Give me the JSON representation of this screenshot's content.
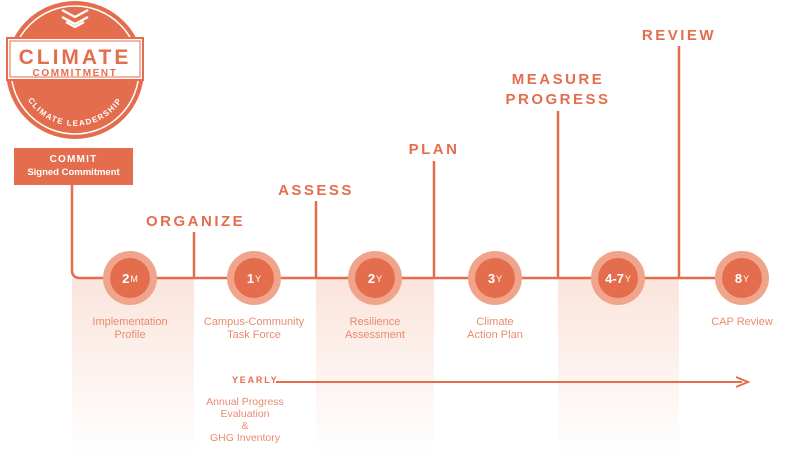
{
  "logo": {
    "line1": "CLIMATE",
    "line2": "COMMITMENT",
    "arc_text": "CLIMATE LEADERSHIP"
  },
  "commit": {
    "title": "COMMIT",
    "subtitle": "Signed Commitment"
  },
  "stages": [
    {
      "label": "ORGANIZE"
    },
    {
      "label": "ASSESS"
    },
    {
      "label": "PLAN"
    },
    {
      "label": "MEASURE\nPROGRESS"
    },
    {
      "label": "REVIEW"
    }
  ],
  "milestones": [
    {
      "num": "2",
      "unit": "M",
      "caption": "Implementation\nProfile"
    },
    {
      "num": "1",
      "unit": "Y",
      "caption": "Campus-Community\nTask Force"
    },
    {
      "num": "2",
      "unit": "Y",
      "caption": "Resilience\nAssessment"
    },
    {
      "num": "3",
      "unit": "Y",
      "caption": "Climate\nAction Plan"
    },
    {
      "num": "4-7",
      "unit": "Y",
      "caption": ""
    },
    {
      "num": "8",
      "unit": "Y",
      "caption": "CAP Review"
    }
  ],
  "yearly": {
    "label": "YEARLY",
    "annual_text": "Annual Progress\nEvaluation\n&\nGHG Inventory"
  },
  "colors": {
    "accent": "#e46d4e",
    "light": "#f0a48c",
    "caption": "#e98b70"
  }
}
